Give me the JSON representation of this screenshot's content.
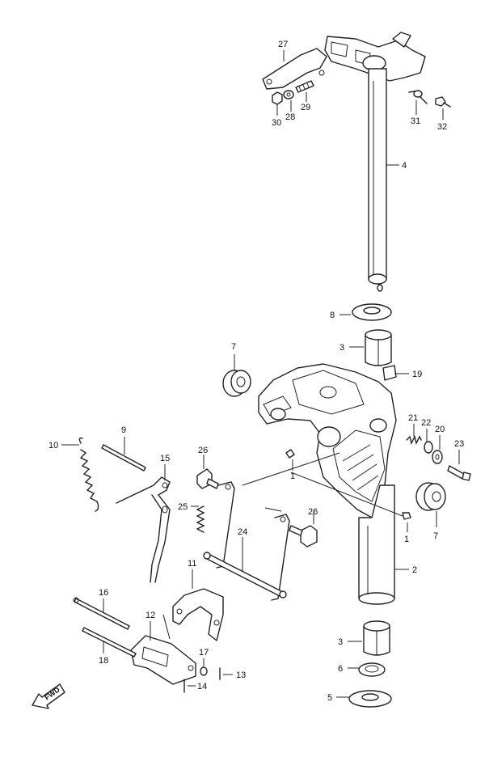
{
  "callouts": [
    "27",
    "29",
    "28",
    "30",
    "31",
    "32",
    "4",
    "8",
    "3",
    "19",
    "7",
    "21",
    "22",
    "20",
    "23",
    "1",
    "2",
    "9",
    "10",
    "15",
    "26",
    "25",
    "24",
    "11",
    "16",
    "12",
    "17",
    "13",
    "14",
    "18",
    "6",
    "5"
  ],
  "fwd_label": "FWD"
}
